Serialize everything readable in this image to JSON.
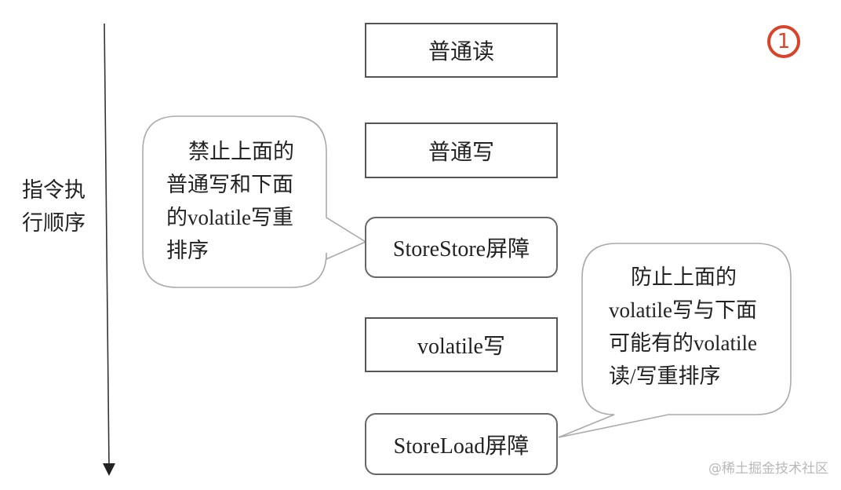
{
  "diagram": {
    "axis": {
      "label": "指令执行顺序",
      "label_lines": [
        "指令执",
        "行顺序"
      ],
      "direction": "down"
    },
    "badge": {
      "text": "1",
      "color": "#d9432a"
    },
    "instructions": [
      {
        "id": "normal-read",
        "label": "普通读",
        "shape": "rectangle"
      },
      {
        "id": "normal-write",
        "label": "普通写",
        "shape": "rectangle"
      },
      {
        "id": "storestore-barrier",
        "label": "StoreStore屏障",
        "shape": "rounded"
      },
      {
        "id": "volatile-write",
        "label": "volatile写",
        "shape": "rectangle"
      },
      {
        "id": "storeload-barrier",
        "label": "StoreLoad屏障",
        "shape": "rounded"
      }
    ],
    "callouts": [
      {
        "target": "storestore-barrier",
        "lines": [
          "禁止上面的",
          "普通写和下面",
          "的volatile写重",
          "排序"
        ]
      },
      {
        "target": "storeload-barrier",
        "lines": [
          "防止上面的",
          "volatile写与下面",
          "可能有的volatile",
          "读/写重排序"
        ]
      }
    ],
    "watermark": "@稀土掘金技术社区"
  }
}
